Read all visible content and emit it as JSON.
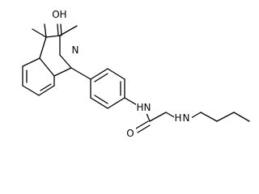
{
  "molecule": {
    "atom_labels": {
      "lactam_oxygen": "O",
      "lactam_nitrogen": "N",
      "amide_nitrogen": "N",
      "amide_hydrogen": "H",
      "amide_oxygen": "O",
      "amine_nitrogen": "N",
      "amine_hydrogen": "H"
    },
    "colors": {
      "bond": "#000000",
      "text": "#000000",
      "background": "#ffffff"
    }
  }
}
